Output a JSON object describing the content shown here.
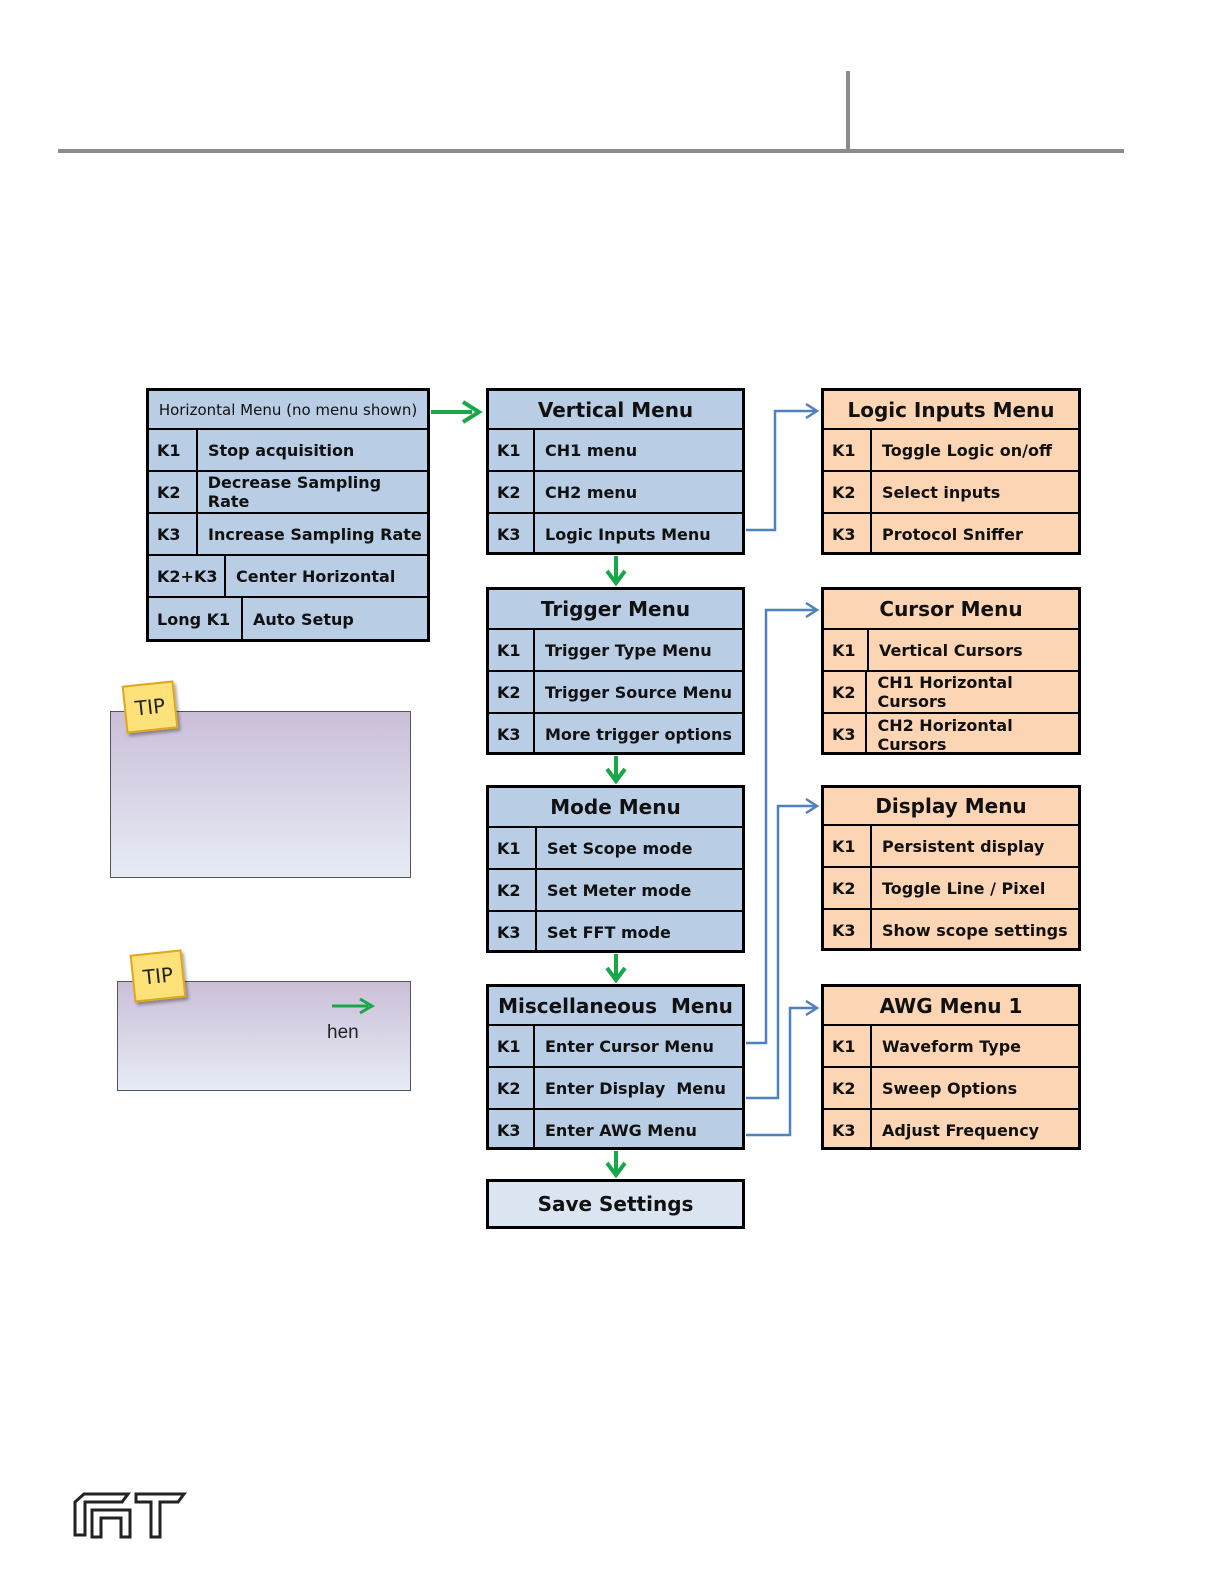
{
  "horizontal_menu": {
    "title": "Horizontal Menu (no menu shown)",
    "rows": [
      {
        "key": "K1",
        "action": "Stop acquisition"
      },
      {
        "key": "K2",
        "action": "Decrease Sampling Rate"
      },
      {
        "key": "K3",
        "action": "Increase Sampling Rate"
      },
      {
        "key": "K2+K3",
        "action": "Center Horizontal"
      },
      {
        "key": "Long K1",
        "action": "Auto Setup"
      }
    ]
  },
  "vertical_menu": {
    "title": "Vertical Menu",
    "rows": [
      {
        "key": "K1",
        "action": "CH1 menu"
      },
      {
        "key": "K2",
        "action": "CH2 menu"
      },
      {
        "key": "K3",
        "action": "Logic Inputs Menu"
      }
    ]
  },
  "trigger_menu": {
    "title": "Trigger Menu",
    "rows": [
      {
        "key": "K1",
        "action": "Trigger Type Menu"
      },
      {
        "key": "K2",
        "action": "Trigger Source Menu"
      },
      {
        "key": "K3",
        "action": "More trigger options"
      }
    ]
  },
  "mode_menu": {
    "title": "Mode Menu",
    "rows": [
      {
        "key": "K1",
        "action": "Set Scope mode"
      },
      {
        "key": "K2",
        "action": "Set Meter mode"
      },
      {
        "key": "K3",
        "action": "Set FFT mode"
      }
    ]
  },
  "misc_menu": {
    "title": "Miscellaneous  Menu",
    "rows": [
      {
        "key": "K1",
        "action": "Enter Cursor Menu"
      },
      {
        "key": "K2",
        "action": "Enter Display  Menu"
      },
      {
        "key": "K3",
        "action": "Enter AWG Menu"
      }
    ]
  },
  "save_settings": {
    "label": "Save Settings"
  },
  "logic_menu": {
    "title": "Logic Inputs Menu",
    "rows": [
      {
        "key": "K1",
        "action": "Toggle Logic on/off"
      },
      {
        "key": "K2",
        "action": "Select inputs"
      },
      {
        "key": "K3",
        "action": "Protocol Sniffer"
      }
    ]
  },
  "cursor_menu": {
    "title": "Cursor Menu",
    "rows": [
      {
        "key": "K1",
        "action": "Vertical Cursors"
      },
      {
        "key": "K2",
        "action": "CH1 Horizontal Cursors"
      },
      {
        "key": "K3",
        "action": "CH2 Horizontal Cursors"
      }
    ]
  },
  "display_menu": {
    "title": "Display Menu",
    "rows": [
      {
        "key": "K1",
        "action": "Persistent display"
      },
      {
        "key": "K2",
        "action": "Toggle Line / Pixel"
      },
      {
        "key": "K3",
        "action": "Show scope settings"
      }
    ]
  },
  "awg_menu": {
    "title": "AWG Menu 1",
    "rows": [
      {
        "key": "K1",
        "action": "Waveform Type"
      },
      {
        "key": "K2",
        "action": "Sweep Options"
      },
      {
        "key": "K3",
        "action": "Adjust Frequency"
      }
    ]
  },
  "tips": [
    {
      "label": "TIP"
    },
    {
      "label": "TIP",
      "text": "hen"
    }
  ],
  "colors": {
    "flow_arrow": "#18a84a",
    "link_line": "#4f81bd",
    "menu_blue": "#b9cde5",
    "menu_orange": "#fcd5b5"
  }
}
